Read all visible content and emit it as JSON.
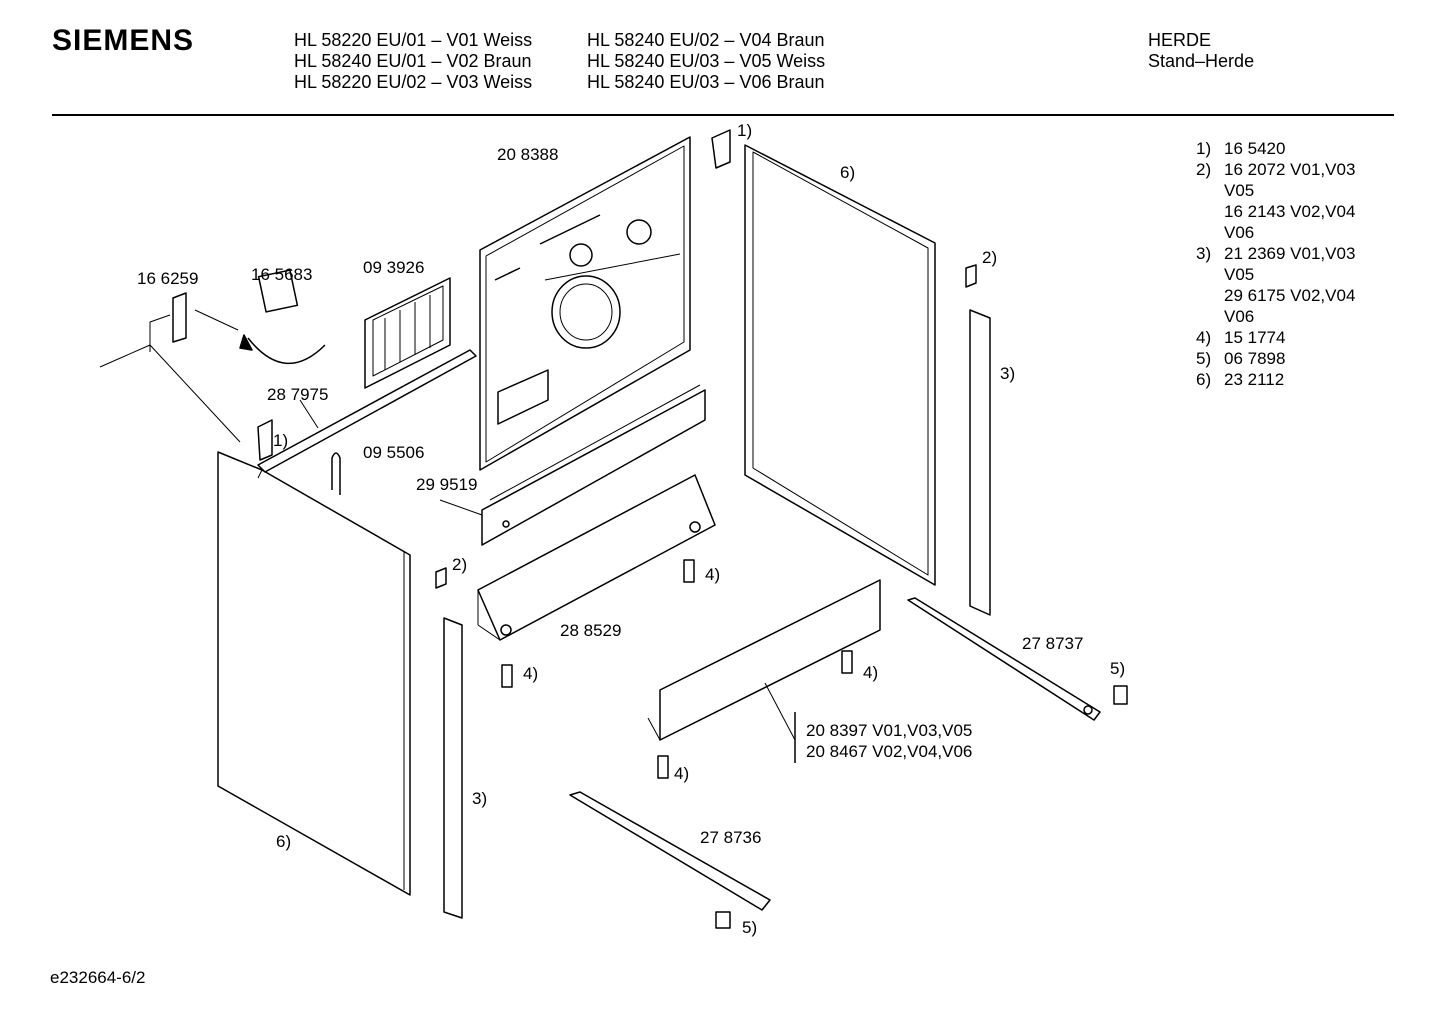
{
  "header": {
    "brand": "SIEMENS",
    "models_col1": [
      "HL 58220 EU/01 – V01 Weiss",
      "HL 58240 EU/01 – V02 Braun",
      "HL 58220 EU/02 – V03 Weiss"
    ],
    "models_col2": [
      "HL 58240 EU/02 – V04 Braun",
      "HL 58240 EU/03 – V05 Weiss",
      "HL 58240 EU/03 – V06 Braun"
    ],
    "category": "HERDE",
    "subcategory": "Stand–Herde"
  },
  "legend": [
    {
      "num": "1)",
      "value": "16 5420"
    },
    {
      "num": "2)",
      "value": "16 2072 V01,V03\nV05\n16 2143 V02,V04\nV06"
    },
    {
      "num": "3)",
      "value": "21 2369 V01,V03\nV05\n29 6175 V02,V04\nV06"
    },
    {
      "num": "4)",
      "value": "15 1774"
    },
    {
      "num": "5)",
      "value": "06 7898"
    },
    {
      "num": "6)",
      "value": "23 2112"
    }
  ],
  "parts": {
    "p208388": "20 8388",
    "p166259": "16 6259",
    "p165683": "16 5683",
    "p093926": "09 3926",
    "p287975": "28 7975",
    "p095506": "09 5506",
    "p299519": "29 9519",
    "p288529": "28 8529",
    "p278737": "27 8737",
    "p278736": "27 8736",
    "p208397": "20 8397 V01,V03,V05",
    "p208467": "20 8467 V02,V04,V06"
  },
  "callouts": {
    "c1": "1)",
    "c2": "2)",
    "c3": "3)",
    "c4": "4)",
    "c5": "5)",
    "c6": "6)"
  },
  "footer": {
    "drawing_id": "e232664-6/2"
  }
}
